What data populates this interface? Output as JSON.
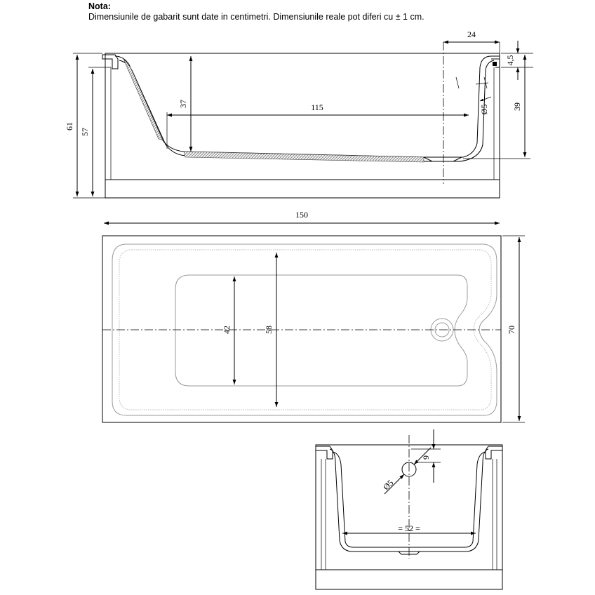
{
  "note": {
    "title": "Nota:",
    "text": "Dimensiunile de gabarit sunt date in centimetri. Dimensiunile reale pot diferi cu ± 1 cm."
  },
  "side_view": {
    "dim_total_height": "61",
    "dim_height_inner": "57",
    "dim_depth": "37",
    "dim_bottom_length": "115",
    "dim_top_offset": "24",
    "dim_rim": "4,5",
    "dim_drain_depth": "39",
    "dim_overflow": "Ø5"
  },
  "top_view": {
    "dim_length": "150",
    "dim_width": "70",
    "dim_bottom_width": "42",
    "dim_inner_width": "58"
  },
  "end_view": {
    "dim_overflow_offset": "9",
    "dim_overflow": "Ø5",
    "dim_bottom_width": "= 52 ="
  }
}
